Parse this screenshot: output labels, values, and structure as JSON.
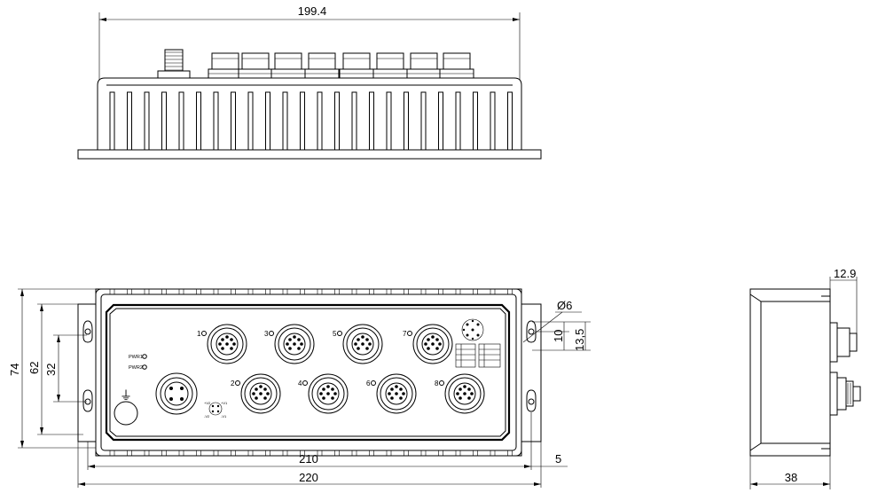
{
  "drawing": {
    "dimensions": {
      "top_width": "199.4",
      "overall_height": "74",
      "hole_spacing_vertical": "62",
      "inner_spacing": "32",
      "hole_diameter": "Ø6",
      "slot_offset_10": "10",
      "slot_offset_13_5": "13,5",
      "mount_spacing": "210",
      "flange": "5",
      "overall_width": "220",
      "side_depth": "38",
      "side_protrusion": "12.9"
    },
    "labels": {
      "pwr1": "PWR1",
      "pwr2": "PWR2",
      "ground_symbol": "⏚",
      "power_pin_labels": [
        "+V2",
        "+V1",
        "-V2",
        "-V1"
      ]
    },
    "ports": [
      {
        "number": "1"
      },
      {
        "number": "2"
      },
      {
        "number": "3"
      },
      {
        "number": "4"
      },
      {
        "number": "5"
      },
      {
        "number": "6"
      },
      {
        "number": "7"
      },
      {
        "number": "8"
      }
    ]
  }
}
